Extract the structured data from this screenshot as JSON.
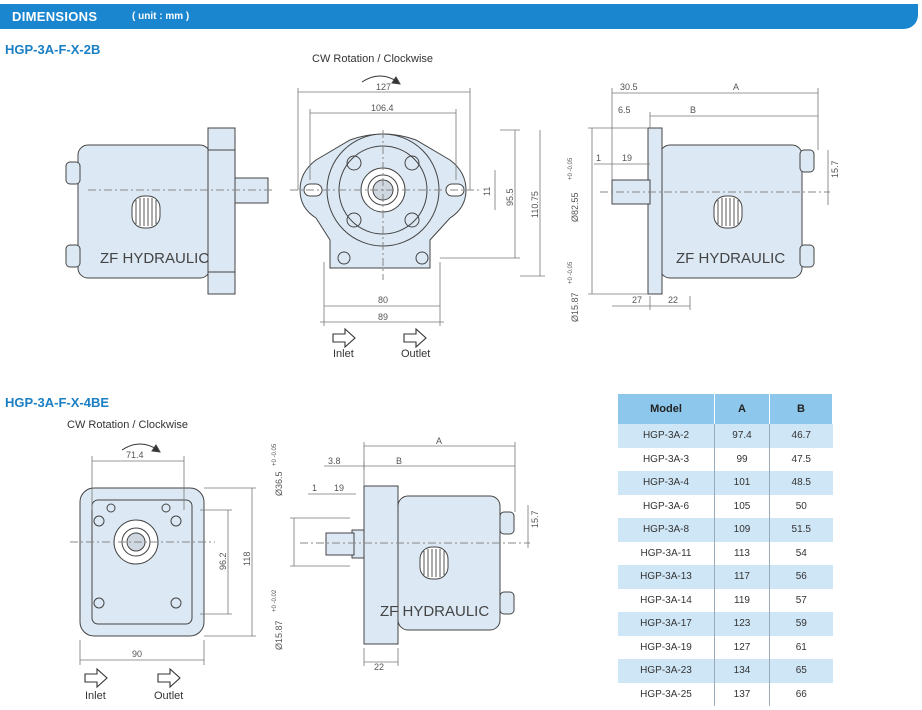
{
  "header": {
    "title": "DIMENSIONS",
    "unit": "( unit : mm )"
  },
  "section1": {
    "title": "HGP-3A-F-X-2B",
    "rotation": "CW Rotation / Clockwise",
    "brand": "ZF HYDRAULIC",
    "dims": {
      "top_width": "127",
      "top_inner": "106.4",
      "h_95": "95.5",
      "h_110": "110.75",
      "h_11": "11",
      "w_80": "80",
      "w_89": "89",
      "side_30": "30.5",
      "side_a": "A",
      "side_65": "6.5",
      "side_b": "B",
      "side_1": "1",
      "side_19": "19",
      "side_157": "15.7",
      "side_diam82": "Ø82.55",
      "side_tol82": "+0\n-0.05",
      "side_diam15": "Ø15.87",
      "side_tol15": "+0\n-0.05",
      "side_27": "27",
      "side_22": "22"
    },
    "inlet": "Inlet",
    "outlet": "Outlet"
  },
  "section2": {
    "title": "HGP-3A-F-X-4BE",
    "rotation": "CW Rotation / Clockwise",
    "brand": "ZF HYDRAULIC",
    "dims": {
      "w_714": "71.4",
      "h_962": "96.2",
      "h_118": "118",
      "w_90": "90",
      "side_a": "A",
      "side_38": "3.8",
      "side_b": "B",
      "side_1": "1",
      "side_19": "19",
      "side_157": "15.7",
      "side_diam36": "Ø36.5",
      "side_tol36": "+0\n-0.05",
      "side_diam15": "Ø15.87",
      "side_tol15": "+0\n-0.02",
      "side_22": "22"
    },
    "inlet": "Inlet",
    "outlet": "Outlet"
  },
  "table": {
    "headers": [
      "Model",
      "A",
      "B"
    ],
    "rows": [
      [
        "HGP-3A-2",
        "97.4",
        "46.7"
      ],
      [
        "HGP-3A-3",
        "99",
        "47.5"
      ],
      [
        "HGP-3A-4",
        "101",
        "48.5"
      ],
      [
        "HGP-3A-6",
        "105",
        "50"
      ],
      [
        "HGP-3A-8",
        "109",
        "51.5"
      ],
      [
        "HGP-3A-11",
        "113",
        "54"
      ],
      [
        "HGP-3A-13",
        "117",
        "56"
      ],
      [
        "HGP-3A-14",
        "119",
        "57"
      ],
      [
        "HGP-3A-17",
        "123",
        "59"
      ],
      [
        "HGP-3A-19",
        "127",
        "61"
      ],
      [
        "HGP-3A-23",
        "134",
        "65"
      ],
      [
        "HGP-3A-25",
        "137",
        "66"
      ]
    ]
  },
  "colors": {
    "accent": "#1a86cf",
    "title": "#1a7fc4",
    "part_fill": "#dce9f5",
    "table_header": "#8ec7ec",
    "table_stripe": "#cfe6f6"
  }
}
